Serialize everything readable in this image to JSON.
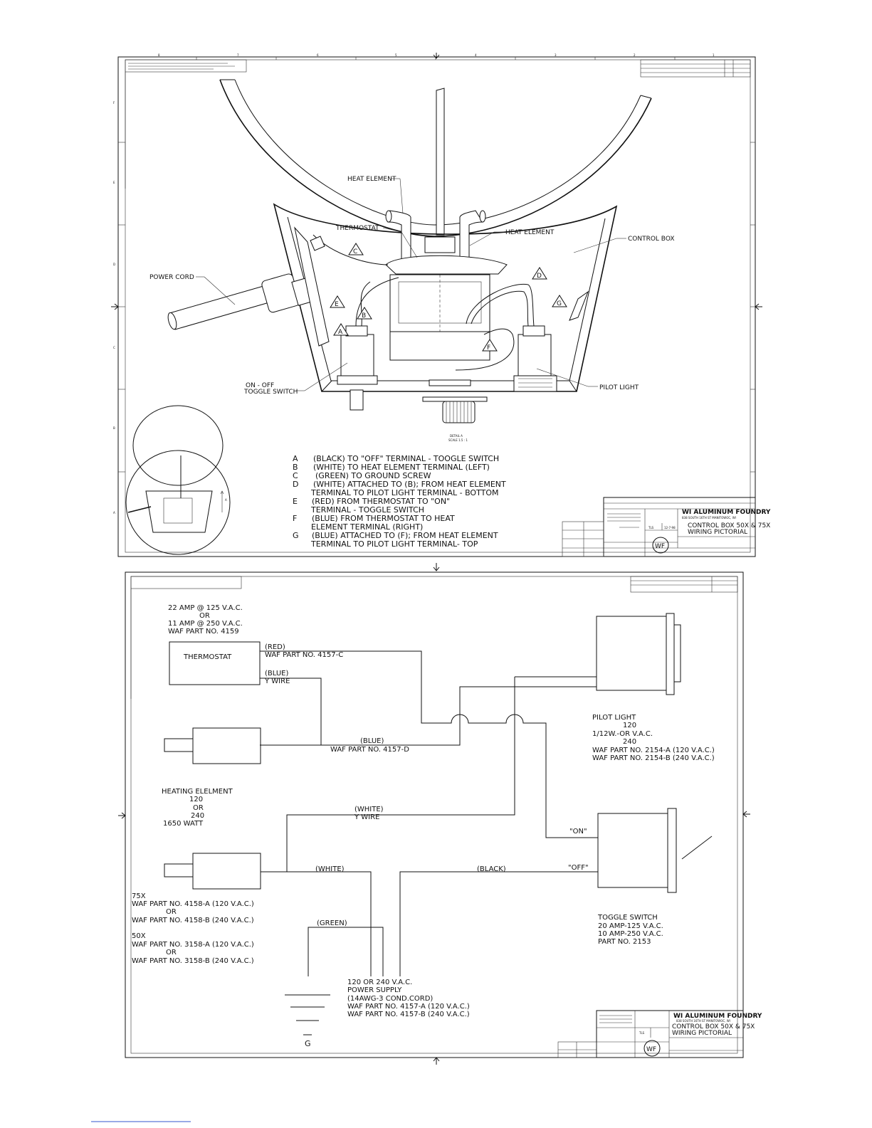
{
  "sheet1": {
    "labels": {
      "heat_element_top": "HEAT ELEMENT",
      "thermostat": "THERMOSTAT",
      "heat_element_right": "HEAT ELEMENT",
      "control_box": "CONTROL BOX",
      "power_cord": "POWER CORD",
      "toggle_line1": "ON - OFF",
      "toggle_line2": "TOGGLE SWITCH",
      "pilot_light": "PILOT LIGHT",
      "detail_line1": "DETAIL A",
      "detail_line2": "SCALE 1.5 : 1",
      "detail_marker": "A"
    },
    "callouts": [
      "A",
      "B",
      "C",
      "D",
      "E",
      "F",
      "G"
    ],
    "legend": [
      {
        "key": "A",
        "lines": [
          "(BLACK) TO \"OFF\" TERMINAL - TOOGLE SWITCH"
        ]
      },
      {
        "key": "B",
        "lines": [
          "(WHITE) TO HEAT ELEMENT TERMINAL (LEFT)"
        ]
      },
      {
        "key": "C",
        "lines": [
          "(GREEN) TO GROUND SCREW"
        ]
      },
      {
        "key": "D",
        "lines": [
          "(WHITE) ATTACHED TO (B); FROM HEAT ELEMENT",
          "TERMINAL TO PILOT LIGHT TERMINAL - BOTTOM"
        ]
      },
      {
        "key": "E",
        "lines": [
          "(RED) FROM THERMOSTAT TO \"ON\"",
          "TERMINAL - TOGGLE SWITCH"
        ]
      },
      {
        "key": "F",
        "lines": [
          "(BLUE) FROM THERMOSTAT TO HEAT",
          "ELEMENT TERMINAL (RIGHT)"
        ]
      },
      {
        "key": "G",
        "lines": [
          "(BLUE) ATTACHED TO (F); FROM HEAT ELEMENT",
          "TERMINAL TO PILOT LIGHT TERMINAL- TOP"
        ]
      }
    ],
    "title_block": {
      "company": "WI ALUMINUM FOUNDRY",
      "address": "838 SOUTH 16TH ST MANITOWOC, WI",
      "drawing_title_1": "CONTROL BOX 50X & 75X",
      "drawing_title_2": "WIRING PICTORIAL",
      "drawn_by": "TLS",
      "date": "12-7-98",
      "logo": "WF"
    },
    "border_columns": [
      "8",
      "7",
      "6",
      "5",
      "4",
      "3",
      "2",
      "1"
    ],
    "border_rows": [
      "F",
      "E",
      "D",
      "C",
      "B",
      "A"
    ]
  },
  "sheet2": {
    "thermostat": {
      "spec": [
        "22 AMP @ 125 V.A.C.",
        "OR",
        "11 AMP @ 250 V.A.C.",
        "WAF PART NO. 4159"
      ],
      "box_label": "THERMOSTAT"
    },
    "wires": {
      "red_color": "(RED)",
      "red_part": "WAF PART NO. 4157-C",
      "blue_color": "(BLUE)",
      "blue_type": "Y WIRE",
      "blue2_color": "(BLUE)",
      "blue2_part": "WAF PART NO. 4157-D",
      "white_color": "(WHITE)",
      "white_type": "Y WIRE",
      "white2_color": "(WHITE)",
      "black_color": "(BLACK)",
      "green_color": "(GREEN)"
    },
    "pilot_light": [
      "PILOT LIGHT",
      "120",
      "1/12W.-OR V.A.C.",
      "240",
      "WAF PART NO. 2154-A (120 V.A.C.)",
      "WAF PART NO. 2154-B (240 V.A.C.)"
    ],
    "heating_element": [
      "HEATING ELELMENT",
      "120",
      "OR",
      "240",
      "1650 WATT"
    ],
    "toggle_terminals": {
      "on": "\"ON\"",
      "off": "\"OFF\""
    },
    "toggle_switch": [
      "TOGGLE SWITCH",
      "20 AMP-125 V.A.C.",
      "10 AMP-250 V.A.C.",
      "PART NO. 2153"
    ],
    "element_parts": [
      "75X",
      "WAF PART NO. 4158-A (120 V.A.C.)",
      "OR",
      "WAF PART NO. 4158-B (240 V.A.C.)",
      "50X",
      "WAF PART NO. 3158-A (120 V.A.C.)",
      "OR",
      "WAF PART NO. 3158-B (240 V.A.C.)"
    ],
    "power_supply": [
      "120 OR 240 V.A.C.",
      "POWER SUPPLY",
      "(14AWG-3 COND.CORD)",
      "WAF PART NO. 4157-A (120 V.A.C.)",
      "WAF PART NO. 4157-B (240 V.A.C.)"
    ],
    "ground_label": "G",
    "title_block": {
      "company": "WI ALUMINUM FOUNDRY",
      "address": "838 SOUTH 16TH ST MANITOWOC, WI",
      "drawing_title_1": "CONTROL BOX 50X & 75X",
      "drawing_title_2": "WIRING PICTORIAL",
      "drawn_by": "TLS",
      "logo": "WF"
    }
  }
}
